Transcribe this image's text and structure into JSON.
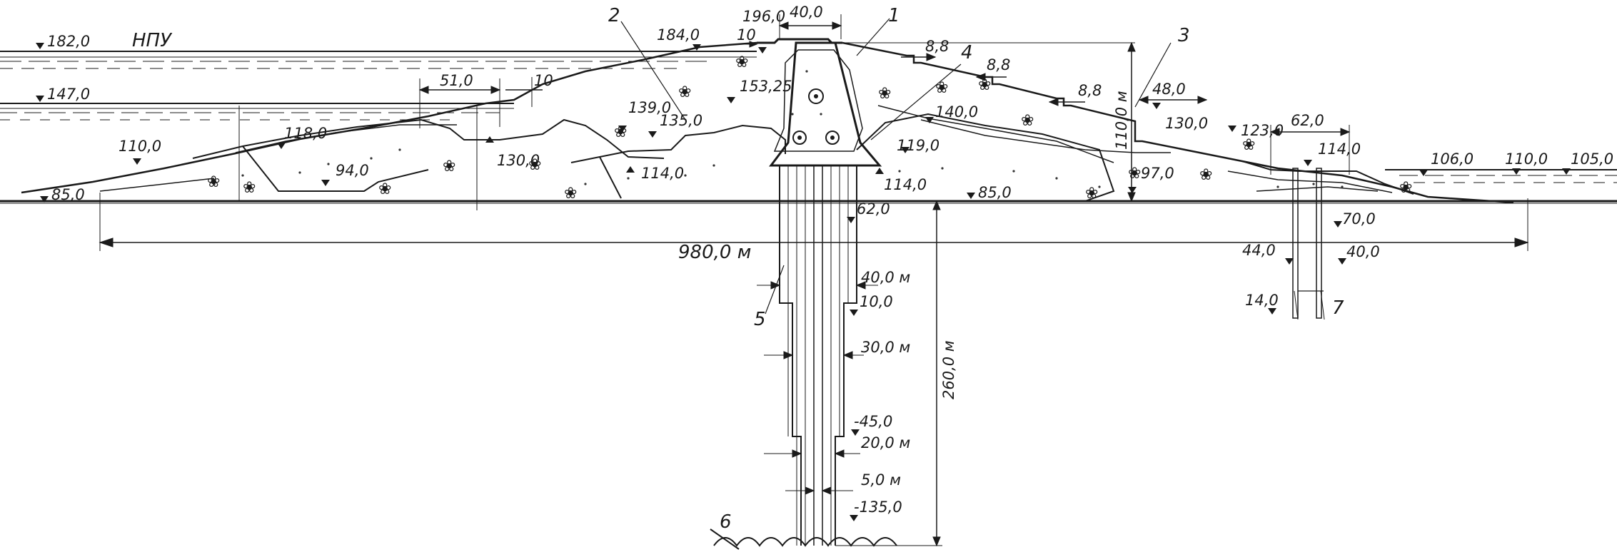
{
  "diagram": {
    "water_level_label": "НПУ",
    "elevations": {
      "e182": "182,0",
      "e147": "147,0",
      "e110_left": "110,0",
      "e85_left": "85,0",
      "e118": "118,0",
      "e94": "94,0",
      "e130_left": "130,0",
      "e184": "184,0",
      "e196": "196,0",
      "e153": "153,25",
      "e139": "139,0",
      "e135": "135,0",
      "e114_left": "114,0",
      "e119": "119,0",
      "e114_mid": "114,0",
      "e140": "140,0",
      "e85_mid": "85,0",
      "e97": "97,0",
      "e130_right": "130,0",
      "e123": "123,0",
      "e114_right": "114,0",
      "e106": "106,0",
      "e110_right": "110,0",
      "e105": "105,0",
      "e62": "62,0",
      "e10": "10,0",
      "e_45": "-45,0",
      "e_135": "-135,0",
      "e70": "70,0",
      "e44": "44,0",
      "e40": "40,0",
      "e14": "14,0"
    },
    "dimensions": {
      "crest_width": "40,0",
      "d51": "51,0",
      "d10_left": "10",
      "d10_crest": "10",
      "d8_8_a": "8,8",
      "d8_8_b": "8,8",
      "d8_8_c": "8,8",
      "d48": "48,0",
      "d62": "62,0",
      "height_110": "110,0 м",
      "base_length": "980,0 м",
      "w40": "40,0 м",
      "w30": "30,0 м",
      "w20": "20,0 м",
      "w5": "5,0 м",
      "depth_260": "260,0 м"
    },
    "callouts": {
      "c1": "1",
      "c2": "2",
      "c3": "3",
      "c4": "4",
      "c5": "5",
      "c6": "6",
      "c7": "7"
    }
  }
}
